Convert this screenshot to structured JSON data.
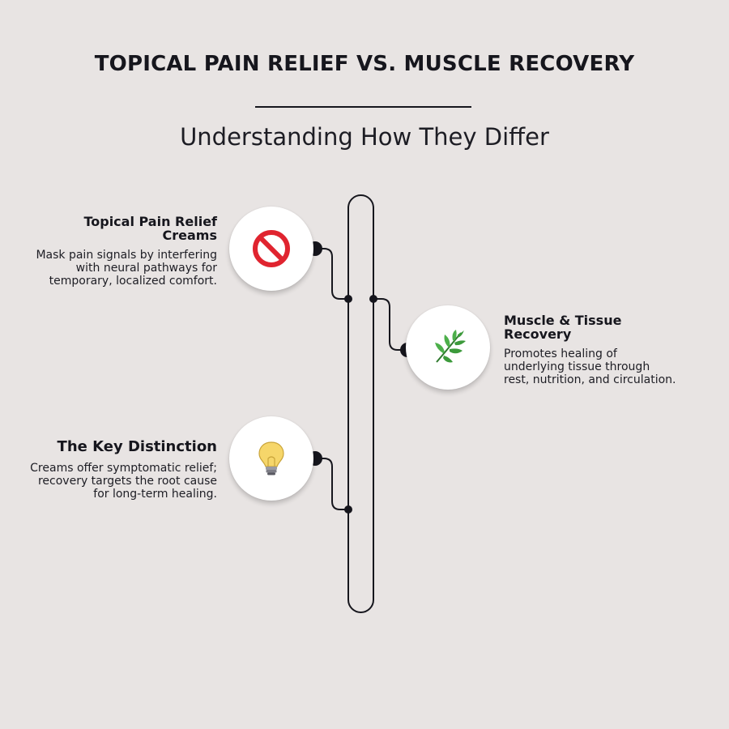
{
  "header": {
    "title": "TOPICAL PAIN RELIEF VS. MUSCLE RECOVERY",
    "subtitle": "Understanding How They Differ"
  },
  "items": [
    {
      "title": "Topical Pain Relief Creams",
      "description": "Mask pain signals by interfering with neural pathways for temporary, localized comfort.",
      "icon": "prohibited-icon",
      "side": "left"
    },
    {
      "title": "Muscle & Tissue Recovery",
      "description": "Promotes healing of underlying tissue through rest, nutrition, and circulation.",
      "icon": "herb-icon",
      "side": "right"
    },
    {
      "title": "The Key Distinction",
      "description": "Creams offer symptomatic relief; recovery targets the root cause for long-term healing.",
      "icon": "lightbulb-icon",
      "side": "left"
    }
  ],
  "colors": {
    "background": "#e8e4e3",
    "ink": "#16161d",
    "prohibited_red": "#e0242f",
    "herb_green": "#3c9a3b",
    "bulb_yellow": "#f6d66a"
  }
}
